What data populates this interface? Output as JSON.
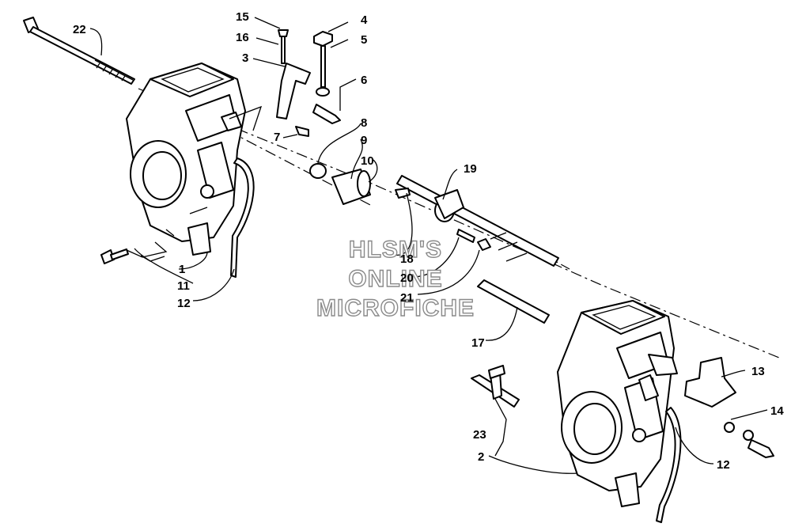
{
  "watermark": [
    "HLSM'S",
    "ONLINE",
    "MICROFICHE"
  ],
  "callouts": [
    {
      "id": "c1",
      "text": "1"
    },
    {
      "id": "c2",
      "text": "2"
    },
    {
      "id": "c3",
      "text": "3"
    },
    {
      "id": "c4",
      "text": "4"
    },
    {
      "id": "c5",
      "text": "5"
    },
    {
      "id": "c6",
      "text": "6"
    },
    {
      "id": "c7",
      "text": "7"
    },
    {
      "id": "c8",
      "text": "8"
    },
    {
      "id": "c9",
      "text": "9"
    },
    {
      "id": "c10",
      "text": "10"
    },
    {
      "id": "c11",
      "text": "11"
    },
    {
      "id": "c12a",
      "text": "12"
    },
    {
      "id": "c12b",
      "text": "12"
    },
    {
      "id": "c13",
      "text": "13"
    },
    {
      "id": "c14",
      "text": "14"
    },
    {
      "id": "c15",
      "text": "15"
    },
    {
      "id": "c16",
      "text": "16"
    },
    {
      "id": "c17",
      "text": "17"
    },
    {
      "id": "c18",
      "text": "18"
    },
    {
      "id": "c19",
      "text": "19"
    },
    {
      "id": "c20",
      "text": "20"
    },
    {
      "id": "c21",
      "text": "21"
    },
    {
      "id": "c22",
      "text": "22"
    },
    {
      "id": "c23",
      "text": "23"
    }
  ]
}
